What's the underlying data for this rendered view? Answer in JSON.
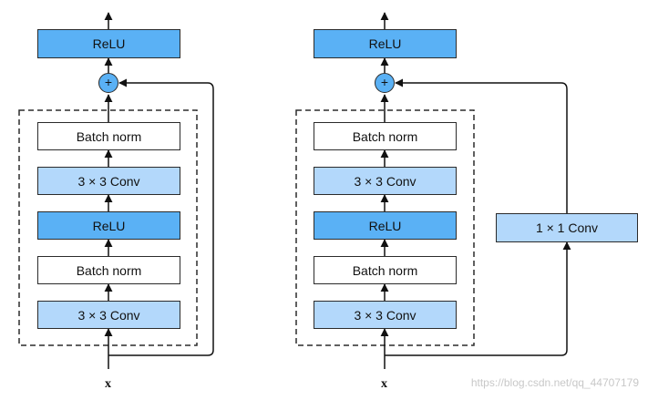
{
  "left_block": {
    "relu_top": "ReLU",
    "plus": "+",
    "batch_norm_1": "Batch norm",
    "conv_1": "3 × 3 Conv",
    "relu_mid": "ReLU",
    "batch_norm_2": "Batch norm",
    "conv_2": "3 × 3 Conv",
    "input": "x"
  },
  "right_block": {
    "relu_top": "ReLU",
    "plus": "+",
    "batch_norm_1": "Batch norm",
    "conv_1": "3 × 3 Conv",
    "relu_mid": "ReLU",
    "batch_norm_2": "Batch norm",
    "conv_2": "3 × 3 Conv",
    "shortcut_conv": "1 × 1 Conv",
    "input": "x"
  },
  "watermark": "https://blog.csdn.net/qq_44707179",
  "colors": {
    "relu": "#5ab1f5",
    "conv": "#b3d8fb",
    "norm": "#ffffff",
    "stroke": "#2b2b2b"
  }
}
